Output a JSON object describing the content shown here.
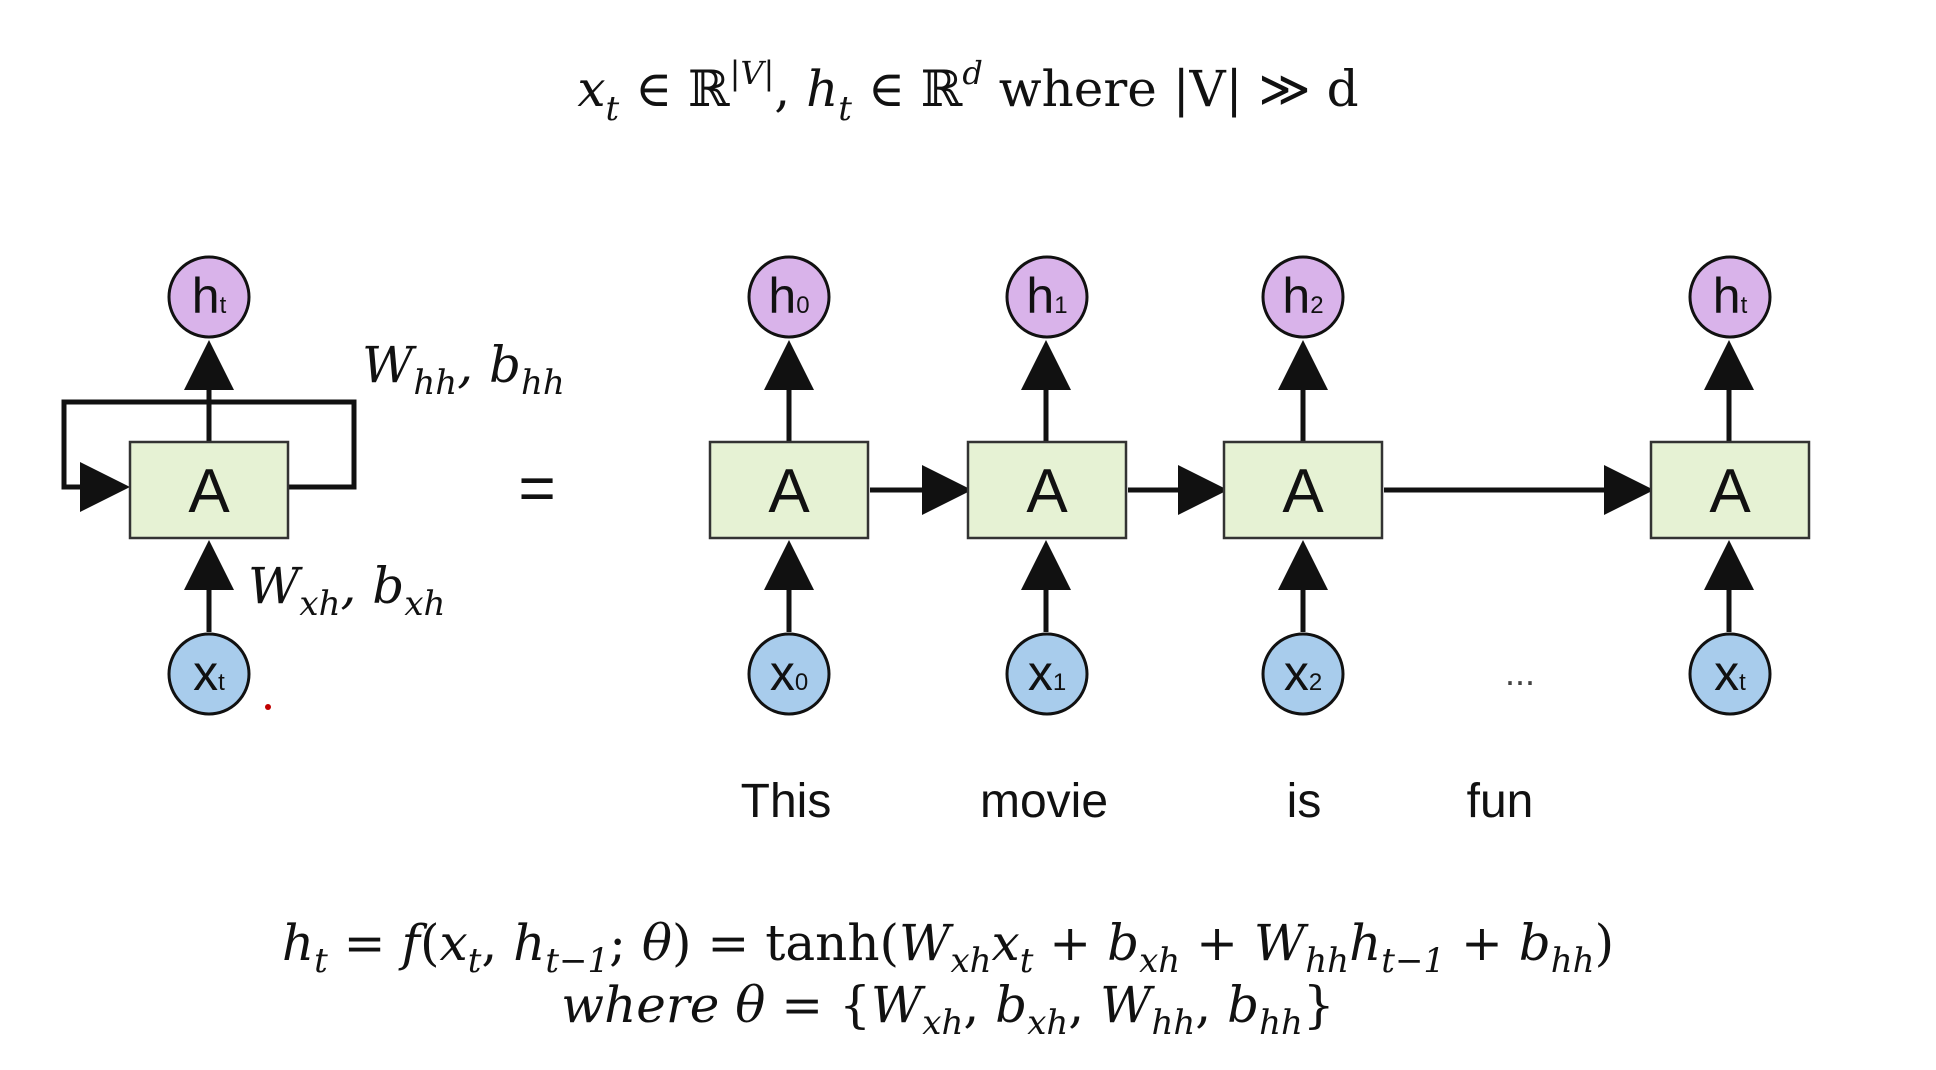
{
  "header_formula": {
    "x": "x",
    "t": "t",
    "in": "∈",
    "R": "ℝ",
    "V_exp": "|V|",
    "comma": ",",
    "h": "h",
    "d_exp": "d",
    "where": "where |V| ≫ d"
  },
  "colors": {
    "h_node": "#d9b3ea",
    "x_node": "#a8ccec",
    "cell": "#e6f2d4",
    "stroke": "#111111",
    "dot": "#c00000"
  },
  "left_unit": {
    "cell_label": "A",
    "h_main": "h",
    "h_sub": "t",
    "x_main": "x",
    "x_sub": "t",
    "whh_W": "W",
    "whh_sub": "hh",
    "whh_comma": ",",
    "whh_b": "b",
    "whh_bsub": "hh",
    "wxh_W": "W",
    "wxh_sub": "xh",
    "wxh_comma": ",",
    "wxh_b": "b",
    "wxh_bsub": "xh"
  },
  "equals": "=",
  "unrolled": [
    {
      "cell_label": "A",
      "h_main": "h",
      "h_sub": "0",
      "x_main": "x",
      "x_sub": "0",
      "word": "This"
    },
    {
      "cell_label": "A",
      "h_main": "h",
      "h_sub": "1",
      "x_main": "x",
      "x_sub": "1",
      "word": "movie"
    },
    {
      "cell_label": "A",
      "h_main": "h",
      "h_sub": "2",
      "x_main": "x",
      "x_sub": "2",
      "word": "is"
    },
    {
      "cell_label": "A",
      "h_main": "h",
      "h_sub": "t",
      "x_main": "x",
      "x_sub": "t",
      "word": ""
    }
  ],
  "ellipsis": "...",
  "extra_word": "fun",
  "bottom_formula": {
    "line1": {
      "p1": "h",
      "p1s": "t",
      "p2": " = ",
      "p3": "f",
      "p4": "(",
      "p5": "x",
      "p5s": "t",
      "p6": ", ",
      "p7": "h",
      "p7s": "t−1",
      "p8": "; ",
      "p9": "θ",
      "p10": ") = tanh(",
      "p11": "W",
      "p11s": "xh",
      "p12": "x",
      "p12s": "t",
      "p13": " + ",
      "p14": "b",
      "p14s": "xh",
      "p15": " + ",
      "p16": "W",
      "p16s": "hh",
      "p17": "h",
      "p17s": "t−1",
      "p18": " + ",
      "p19": "b",
      "p19s": "hh",
      "p20": ")"
    },
    "line2": {
      "where": "where ",
      "theta": "θ",
      "eq": " = {",
      "a": "W",
      "as": "xh",
      "c1": ", ",
      "b": "b",
      "bs": "xh",
      "c2": ", ",
      "c": "W",
      "cs": "hh",
      "c3": ", ",
      "d": "b",
      "ds": "hh",
      "close": "}"
    }
  }
}
